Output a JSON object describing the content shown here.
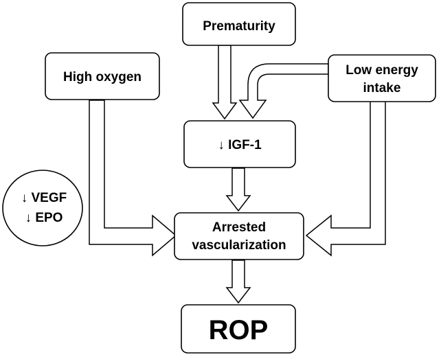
{
  "diagram": {
    "nodes": {
      "prematurity": "Prematurity",
      "high_oxygen": "High oxygen",
      "low_energy_line1": "Low energy",
      "low_energy_line2": "intake",
      "igf1": "↓ IGF-1",
      "vegf": "↓ VEGF",
      "epo": "↓ EPO",
      "arrested_line1": "Arrested",
      "arrested_line2": "vascularization",
      "rop": "ROP"
    }
  }
}
